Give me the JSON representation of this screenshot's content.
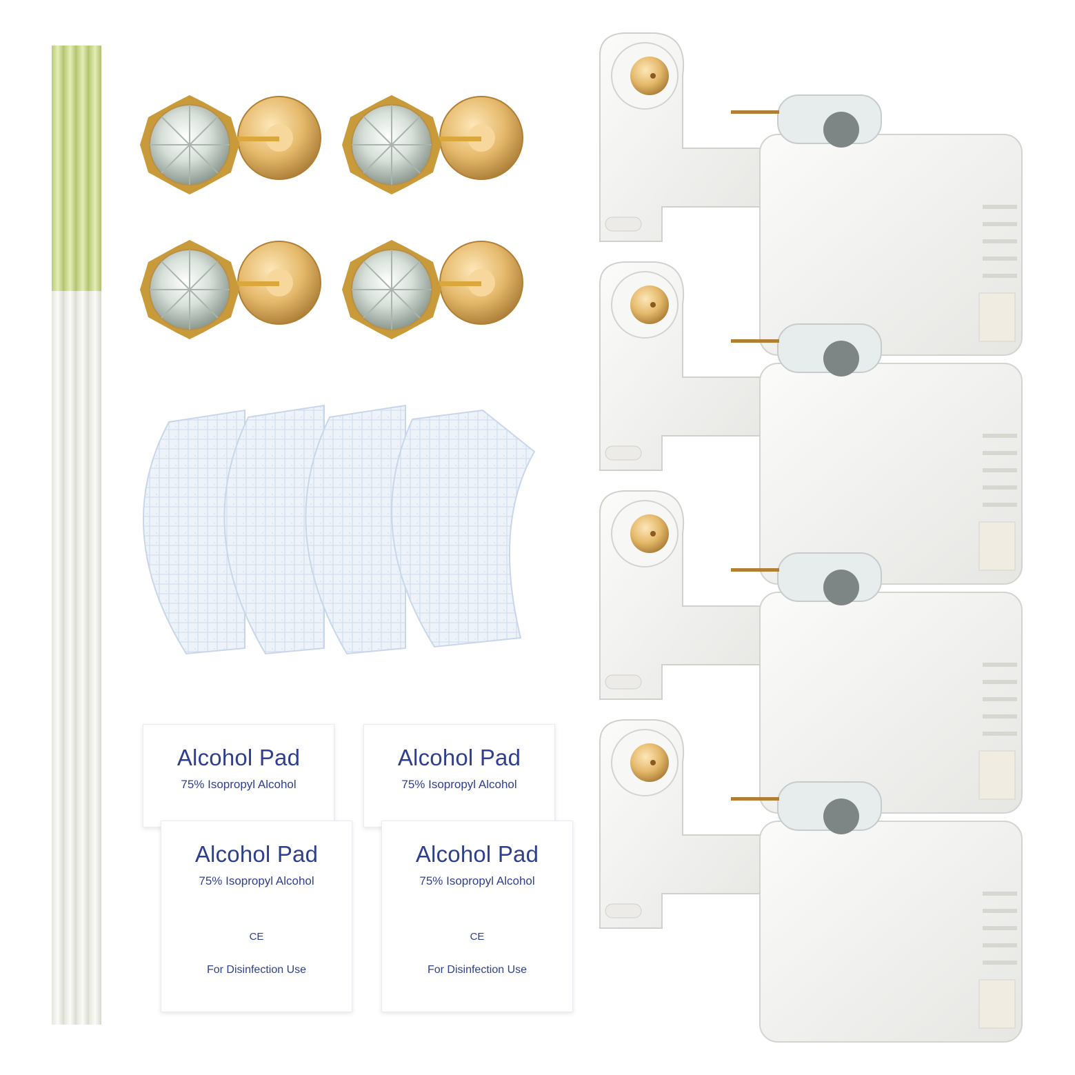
{
  "pads": {
    "title": "Alcohol Pad",
    "subtitle": "75% Isopropyl Alcohol",
    "mark": "CE",
    "usage": "For Disinfection Use"
  },
  "colors": {
    "pad_text": "#2f3f8f",
    "stick_tip": "#c9da8e",
    "stud_gold": "#d9a73b",
    "device_white": "#f3f3f1"
  },
  "icons": [
    "earring-stud-icon",
    "ear-piercing-device-icon",
    "ear-cleaning-stick-icon",
    "gauze-pad-icon"
  ]
}
